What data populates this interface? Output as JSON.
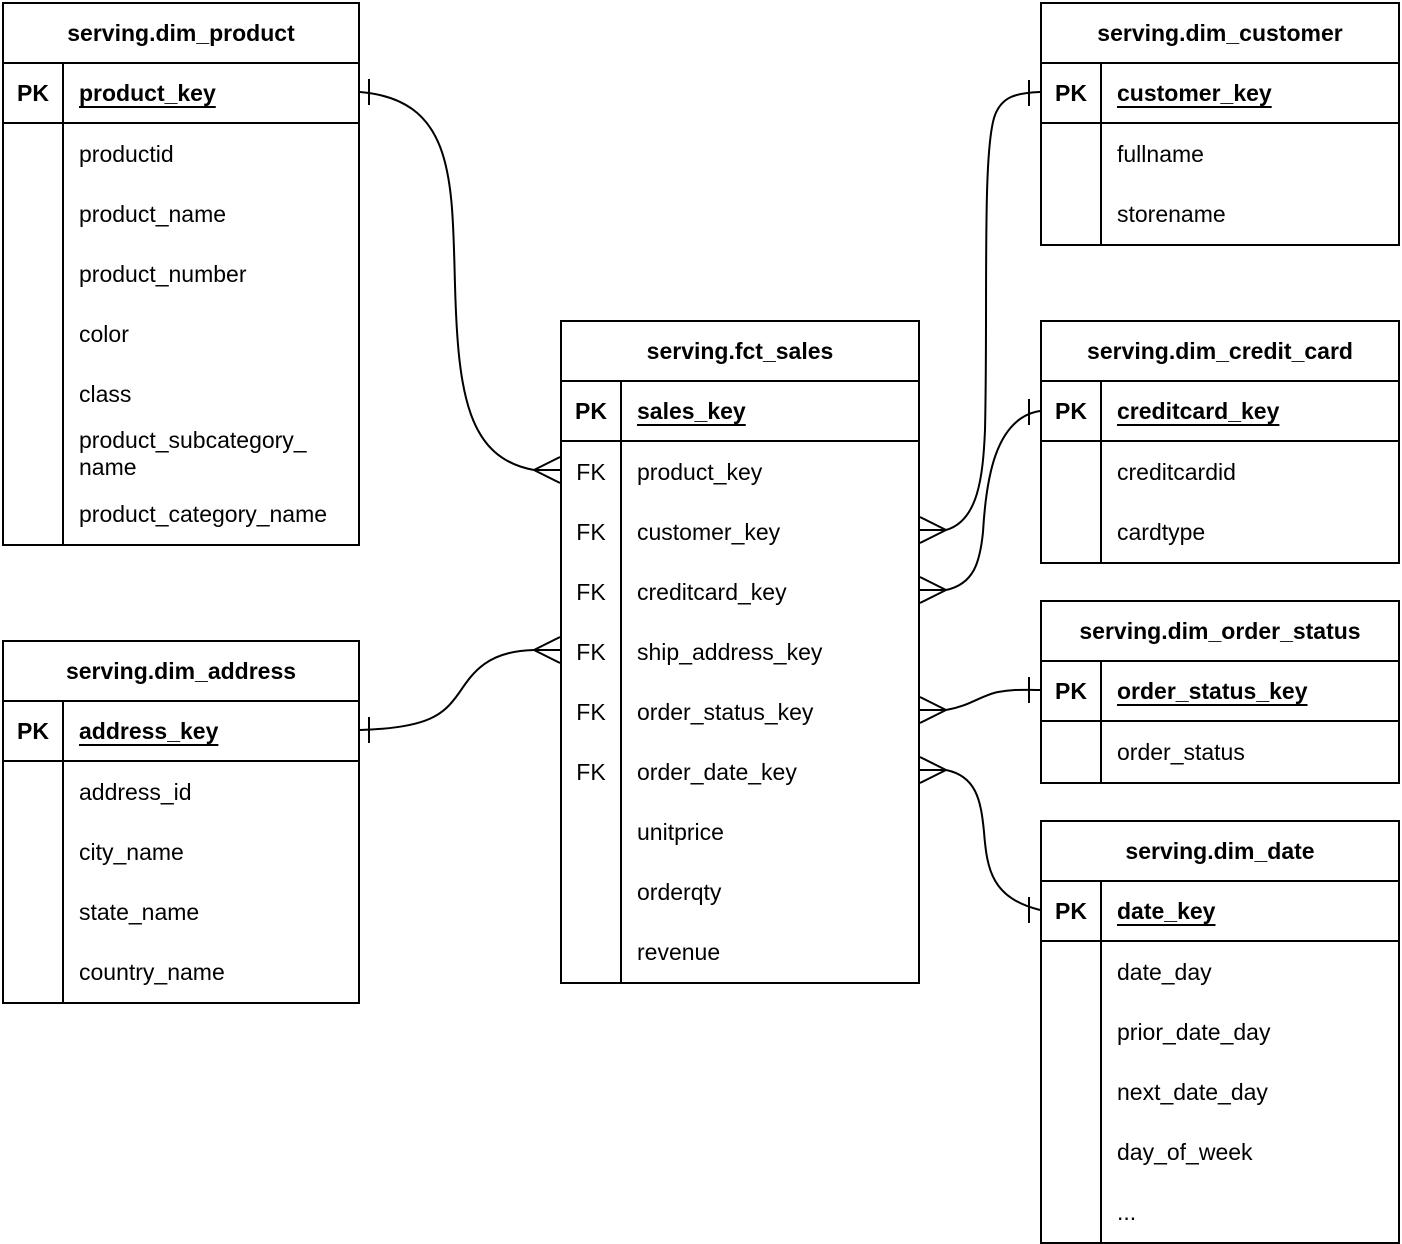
{
  "colors": {
    "ink": "#000000",
    "background": "#ffffff"
  },
  "tables": [
    {
      "title": "serving.dim_product",
      "rows": [
        {
          "key": "PK",
          "field": "product_key",
          "pk": true
        },
        {
          "key": "",
          "field": "productid"
        },
        {
          "key": "",
          "field": "product_name"
        },
        {
          "key": "",
          "field": "product_number"
        },
        {
          "key": "",
          "field": "color"
        },
        {
          "key": "",
          "field": "class"
        },
        {
          "key": "",
          "field": "product_subcategory_\nname"
        },
        {
          "key": "",
          "field": "product_category_name"
        }
      ]
    },
    {
      "title": "serving.dim_customer",
      "rows": [
        {
          "key": "PK",
          "field": "customer_key",
          "pk": true
        },
        {
          "key": "",
          "field": "fullname"
        },
        {
          "key": "",
          "field": "storename"
        }
      ]
    },
    {
      "title": "serving.fct_sales",
      "rows": [
        {
          "key": "PK",
          "field": "sales_key",
          "pk": true
        },
        {
          "key": "FK",
          "field": "product_key"
        },
        {
          "key": "FK",
          "field": "customer_key"
        },
        {
          "key": "FK",
          "field": "creditcard_key"
        },
        {
          "key": "FK",
          "field": "ship_address_key"
        },
        {
          "key": "FK",
          "field": "order_status_key"
        },
        {
          "key": "FK",
          "field": "order_date_key"
        },
        {
          "key": "",
          "field": "unitprice"
        },
        {
          "key": "",
          "field": "orderqty"
        },
        {
          "key": "",
          "field": "revenue"
        }
      ]
    },
    {
      "title": "serving.dim_credit_card",
      "rows": [
        {
          "key": "PK",
          "field": "creditcard_key",
          "pk": true
        },
        {
          "key": "",
          "field": "creditcardid"
        },
        {
          "key": "",
          "field": "cardtype"
        }
      ]
    },
    {
      "title": "serving.dim_order_status",
      "rows": [
        {
          "key": "PK",
          "field": "order_status_key",
          "pk": true
        },
        {
          "key": "",
          "field": "order_status"
        }
      ]
    },
    {
      "title": "serving.dim_date",
      "rows": [
        {
          "key": "PK",
          "field": "date_key",
          "pk": true
        },
        {
          "key": "",
          "field": "date_day"
        },
        {
          "key": "",
          "field": "prior_date_day"
        },
        {
          "key": "",
          "field": "next_date_day"
        },
        {
          "key": "",
          "field": "day_of_week"
        },
        {
          "key": "",
          "field": "..."
        }
      ]
    },
    {
      "title": "serving.dim_address",
      "rows": [
        {
          "key": "PK",
          "field": "address_key",
          "pk": true
        },
        {
          "key": "",
          "field": "address_id"
        },
        {
          "key": "",
          "field": "city_name"
        },
        {
          "key": "",
          "field": "state_name"
        },
        {
          "key": "",
          "field": "country_name"
        }
      ]
    }
  ],
  "relationships": [
    {
      "one_table": "serving.dim_product",
      "one_field": "product_key",
      "many_table": "serving.fct_sales",
      "many_field": "product_key",
      "cardinality": "one-to-many"
    },
    {
      "one_table": "serving.dim_address",
      "one_field": "address_key",
      "many_table": "serving.fct_sales",
      "many_field": "ship_address_key",
      "cardinality": "one-to-many"
    },
    {
      "one_table": "serving.dim_customer",
      "one_field": "customer_key",
      "many_table": "serving.fct_sales",
      "many_field": "customer_key",
      "cardinality": "one-to-many"
    },
    {
      "one_table": "serving.dim_credit_card",
      "one_field": "creditcard_key",
      "many_table": "serving.fct_sales",
      "many_field": "creditcard_key",
      "cardinality": "one-to-many"
    },
    {
      "one_table": "serving.dim_order_status",
      "one_field": "order_status_key",
      "many_table": "serving.fct_sales",
      "many_field": "order_status_key",
      "cardinality": "one-to-many"
    },
    {
      "one_table": "serving.dim_date",
      "one_field": "date_key",
      "many_table": "serving.fct_sales",
      "many_field": "order_date_key",
      "cardinality": "one-to-many"
    }
  ]
}
